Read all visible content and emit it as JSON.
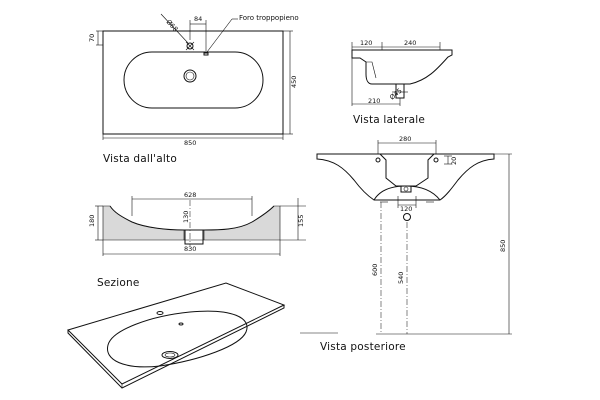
{
  "captions": {
    "top_view": "Vista dall'alto",
    "side_view": "Vista laterale",
    "section": "Sezione",
    "rear_view": "Vista posteriore"
  },
  "callouts": {
    "overflow": "Foro troppopieno"
  },
  "dimensions": {
    "top_view": {
      "hole_dia": "Ø68",
      "hole_offset": "84",
      "margin": "70",
      "depth": "450",
      "width": "850"
    },
    "side_view": {
      "rim": "120",
      "basin": "240",
      "hole": "Ø45",
      "drain": "210"
    },
    "section": {
      "inner": "628",
      "height": "180",
      "drain_height": "130",
      "right_height": "155",
      "base": "830"
    },
    "rear_view": {
      "top": "280",
      "side": "20",
      "bottom": "120",
      "h1": "600",
      "h2": "540",
      "total": "850"
    }
  }
}
